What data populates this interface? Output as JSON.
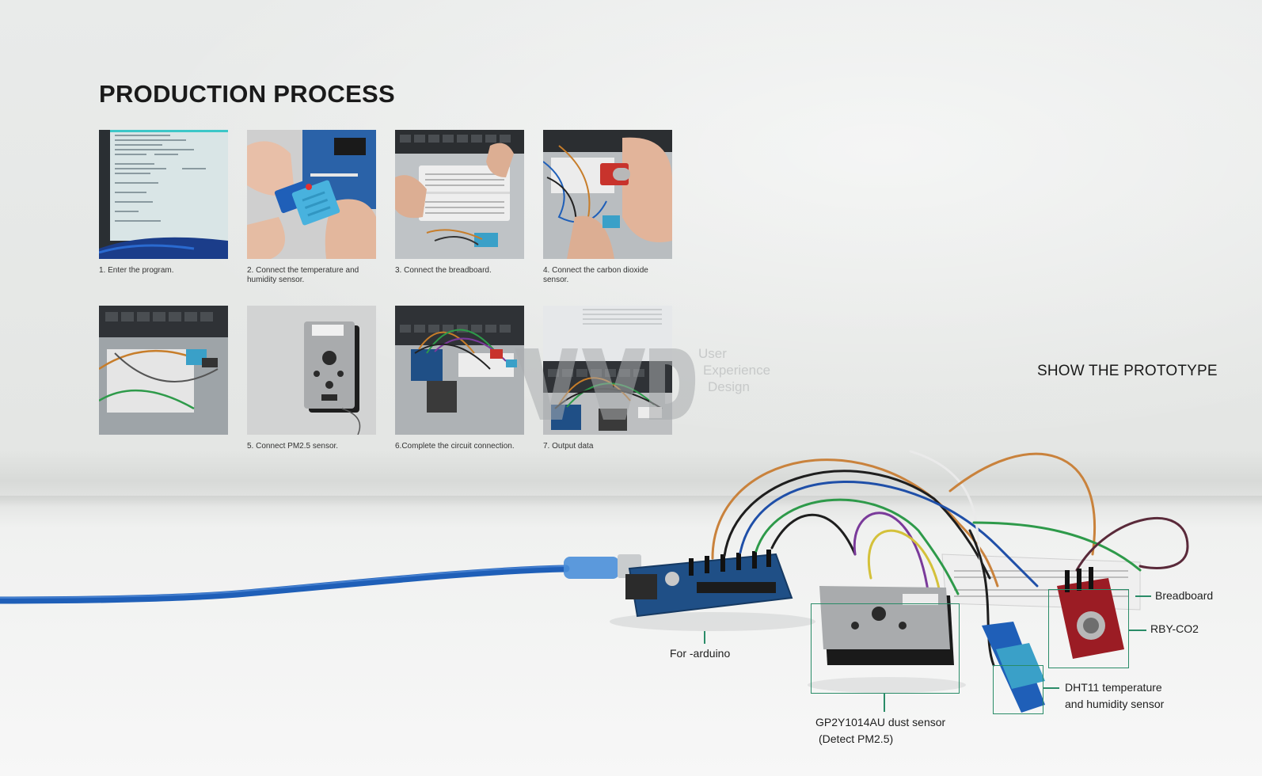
{
  "process": {
    "title": "PRODUCTION PROCESS",
    "steps": [
      {
        "caption": "1. Enter the program."
      },
      {
        "caption": "2. Connect the temperature and humidity sensor."
      },
      {
        "caption": "3. Connect the breadboard."
      },
      {
        "caption": "4. Connect the carbon dioxide sensor."
      },
      {
        "caption": "5. Connect PM2.5 sensor."
      },
      {
        "caption": "6.Complete the circuit connection."
      },
      {
        "caption": "7. Output data"
      }
    ]
  },
  "watermark": {
    "line1": "User",
    "line2": "Experience",
    "line3": "Design"
  },
  "prototype": {
    "title": "SHOW THE PROTOTYPE",
    "labels": {
      "arduino": "For -arduino",
      "dust_line1": "GP2Y1014AU dust sensor",
      "dust_line2": "(Detect PM2.5)",
      "breadboard": "Breadboard",
      "co2": "RBY-CO2",
      "dht_line1": "DHT11 temperature",
      "dht_line2": "and humidity sensor"
    }
  },
  "colors": {
    "accent": "#2a8c68",
    "cable": "#1f5fb8",
    "pcb": "#1f4f86",
    "co2_board": "#9b1c24",
    "dht": "#3aa0c8"
  }
}
